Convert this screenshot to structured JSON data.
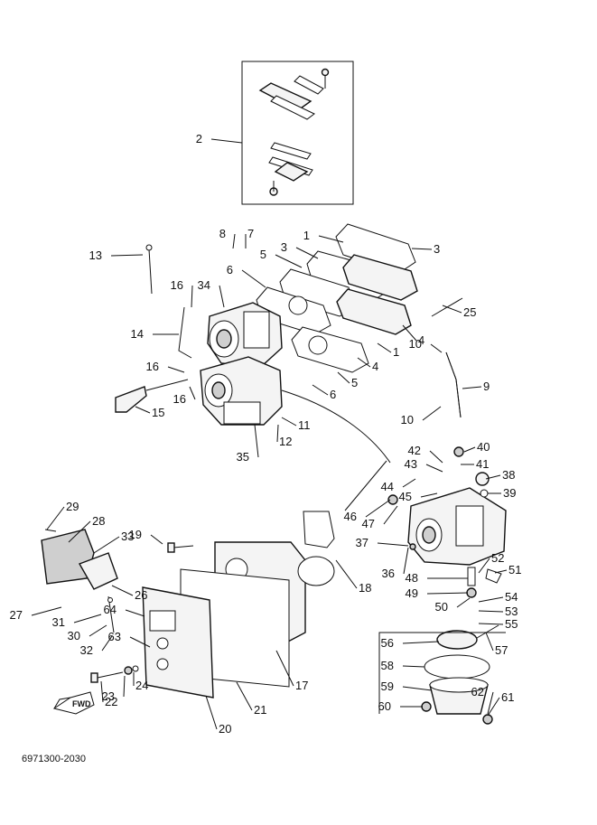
{
  "diagram": {
    "reference_code": "6971300-2030",
    "fwd_label": "FWD",
    "callouts": [
      "1",
      "1",
      "2",
      "3",
      "3",
      "4",
      "4",
      "5",
      "5",
      "6",
      "6",
      "7",
      "8",
      "9",
      "10",
      "10",
      "11",
      "12",
      "13",
      "14",
      "15",
      "16",
      "16",
      "16",
      "17",
      "18",
      "19",
      "20",
      "21",
      "22",
      "23",
      "24",
      "25",
      "26",
      "27",
      "28",
      "29",
      "30",
      "31",
      "32",
      "33",
      "34",
      "35",
      "36",
      "37",
      "38",
      "39",
      "40",
      "41",
      "42",
      "43",
      "44",
      "45",
      "46",
      "47",
      "48",
      "49",
      "50",
      "51",
      "52",
      "53",
      "54",
      "55",
      "56",
      "57",
      "58",
      "59",
      "60",
      "61",
      "62",
      "63",
      "64"
    ]
  }
}
